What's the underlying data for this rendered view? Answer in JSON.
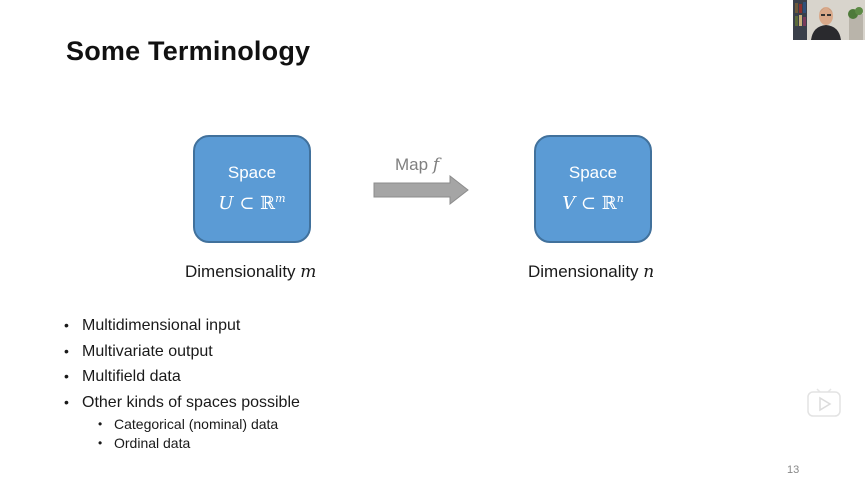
{
  "slide": {
    "title": "Some Terminology",
    "page_number": "13"
  },
  "diagram": {
    "space_u": {
      "label": "Space",
      "set": "U",
      "subset_symbol": "⊂",
      "field": "ℝ",
      "exponent": "m"
    },
    "space_v": {
      "label": "Space",
      "set": "V",
      "subset_symbol": "⊂",
      "field": "ℝ",
      "exponent": "n"
    },
    "map": {
      "label": "Map",
      "variable": "f"
    },
    "dim_u": {
      "label": "Dimensionality",
      "variable": "m"
    },
    "dim_v": {
      "label": "Dimensionality",
      "variable": "n"
    }
  },
  "bullets": [
    "Multidimensional input",
    "Multivariate output",
    "Multifield data",
    "Other kinds of spaces possible"
  ],
  "sub_bullets": [
    "Categorical (nominal) data",
    "Ordinal data"
  ],
  "colors": {
    "box_fill": "#5b9bd5",
    "box_border": "#41719c",
    "arrow_fill": "#a5a5a5",
    "map_label": "#7f7f7f"
  },
  "icons": {
    "webcam": "presenter-webcam-thumbnail",
    "play": "play-icon"
  }
}
